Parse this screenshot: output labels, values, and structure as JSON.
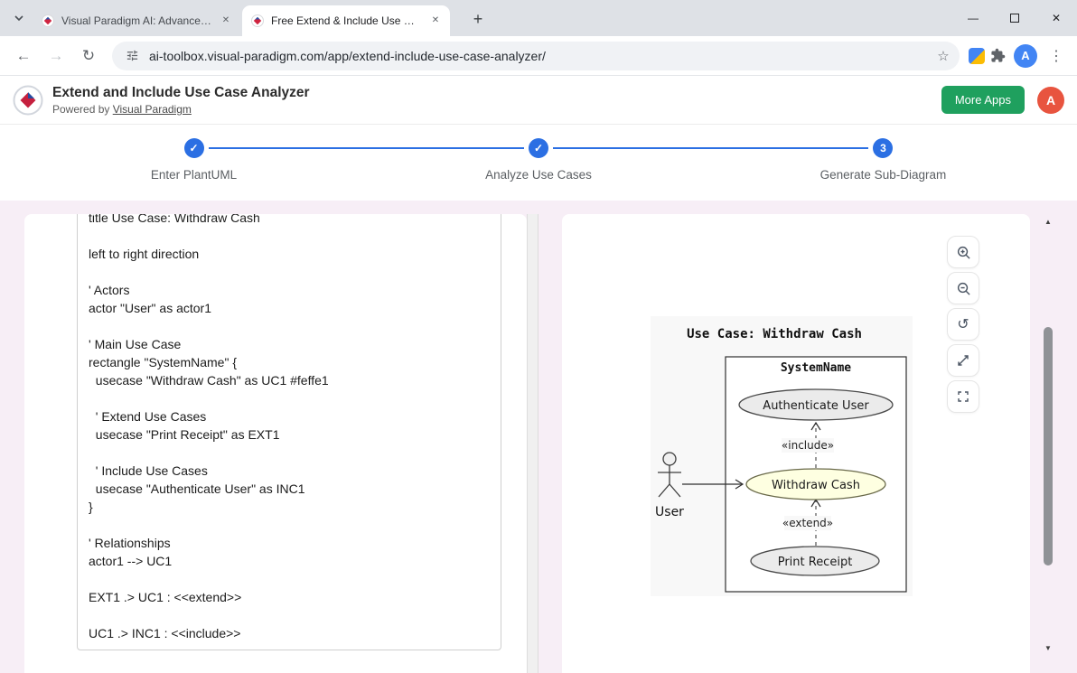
{
  "browser": {
    "tabs": [
      {
        "title": "Visual Paradigm AI: Advanced S"
      },
      {
        "title": "Free Extend & Include Use Cas"
      }
    ],
    "url": "ai-toolbox.visual-paradigm.com/app/extend-include-use-case-analyzer/",
    "profile_initial": "A"
  },
  "icons": {
    "back": "←",
    "forward": "→",
    "reload": "↻",
    "star": "☆",
    "menu": "⋮",
    "new_tab": "+",
    "close": "✕",
    "minimize": "—",
    "check": "✓",
    "reset_view": "↺",
    "scroll_up": "▲",
    "scroll_down": "▼"
  },
  "header": {
    "title": "Extend and Include Use Case Analyzer",
    "powered_by_prefix": "Powered by",
    "powered_by_link": "Visual Paradigm",
    "more_apps_label": "More Apps",
    "avatar_initial": "A",
    "accent_green": "#1fa05e"
  },
  "stepper": {
    "accent_blue": "#2b6fe3",
    "steps": [
      {
        "label": "Enter PlantUML",
        "status": "done"
      },
      {
        "label": "Analyze Use Cases",
        "status": "done"
      },
      {
        "label": "Generate Sub-Diagram",
        "status": "active",
        "number": "3"
      }
    ]
  },
  "editor": {
    "lines": [
      "title Use Case: Withdraw Cash",
      "",
      "left to right direction",
      "",
      "' Actors",
      "actor \"User\" as actor1",
      "",
      "' Main Use Case",
      "rectangle \"SystemName\" {",
      "  usecase \"Withdraw Cash\" as UC1 #feffe1",
      "",
      "  ' Extend Use Cases",
      "  usecase \"Print Receipt\" as EXT1",
      "",
      "  ' Include Use Cases",
      "  usecase \"Authenticate User\" as INC1",
      "}",
      "",
      "' Relationships",
      "actor1 --> UC1",
      "",
      "EXT1 .> UC1 : <<extend>>",
      "",
      "UC1 .> INC1 : <<include>>"
    ]
  },
  "preview": {
    "diagram": {
      "title": "Use Case: Withdraw Cash",
      "system_label": "SystemName",
      "actor_label": "User",
      "include_label": "«include»",
      "extend_label": "«extend»",
      "use_cases": [
        {
          "label": "Authenticate User",
          "fill": "#ebebeb"
        },
        {
          "label": "Withdraw Cash",
          "fill": "#feffe1"
        },
        {
          "label": "Print Receipt",
          "fill": "#ebebeb"
        }
      ]
    }
  }
}
